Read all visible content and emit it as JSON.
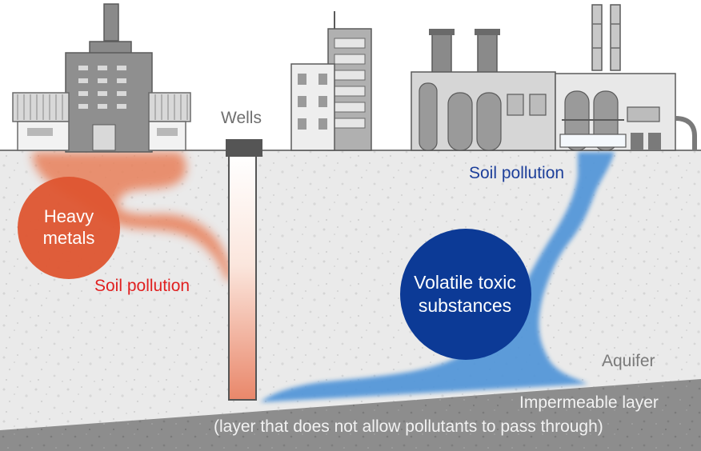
{
  "labels": {
    "wells": "Wells",
    "soil_pollution_left": "Soil pollution",
    "soil_pollution_right": "Soil pollution",
    "aquifer": "Aquifer",
    "impermeable_layer": "Impermeable layer",
    "impermeable_layer_note": "(layer that does not allow pollutants to pass through)"
  },
  "circles": {
    "heavy_metals": "Heavy\nmetals",
    "volatile": "Volatile toxic\nsubstances"
  },
  "colors": {
    "ground": "#ececec",
    "impermeable": "#8c8c8c",
    "heavy_metal_circle": "#de5530",
    "heavy_metal_plume": "#e8805a",
    "voc_circle": "#0c3a96",
    "voc_plume": "#4d93d8",
    "building": "#9a9a9a"
  }
}
